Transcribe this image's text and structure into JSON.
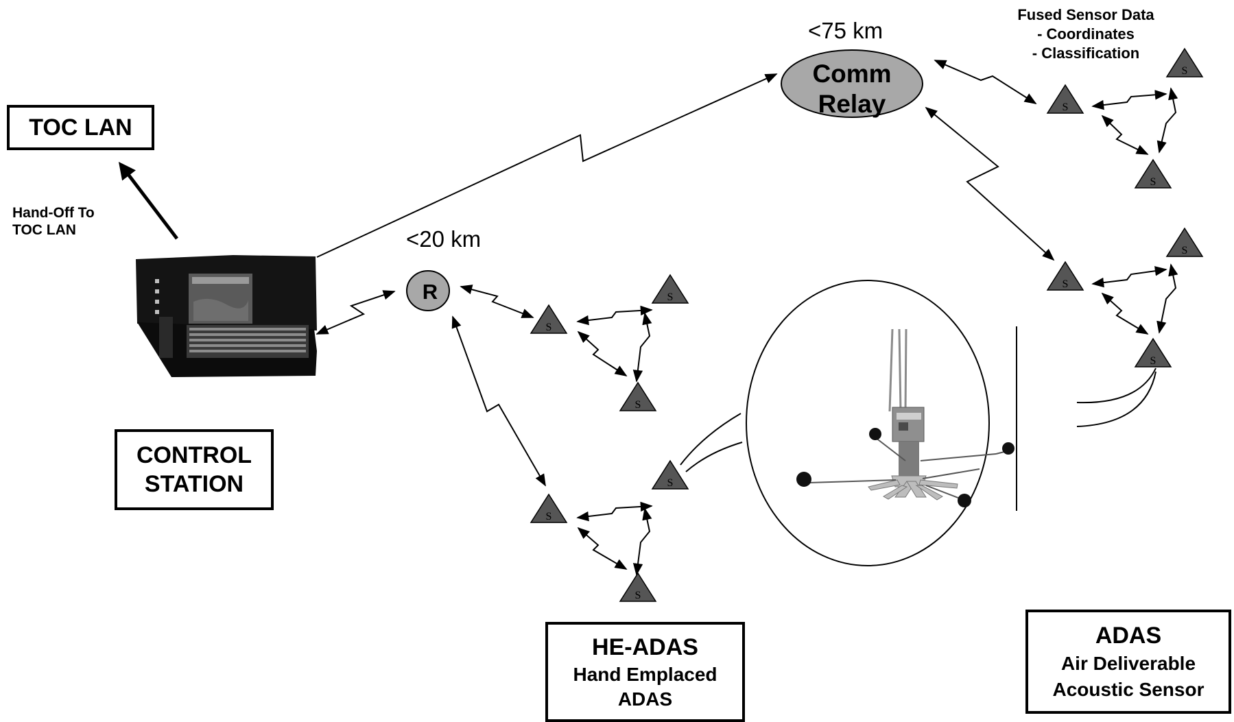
{
  "boxes": {
    "toc_lan": {
      "title": "TOC LAN"
    },
    "control_station": {
      "line1": "CONTROL",
      "line2": "STATION"
    },
    "he_adas": {
      "title": "HE-ADAS",
      "sub1": "Hand Emplaced",
      "sub2": "ADAS"
    },
    "adas": {
      "title": "ADAS",
      "sub1": "Air Deliverable",
      "sub2": "Acoustic Sensor"
    }
  },
  "labels": {
    "handoff_1": "Hand-Off To",
    "handoff_2": "TOC LAN",
    "range_relay": "<75 km",
    "range_repeater": "<20 km",
    "fused_title": "Fused Sensor Data",
    "fused_item1": "- Coordinates",
    "fused_item2": "- Classification"
  },
  "nodes": {
    "comm_relay_1": "Comm",
    "comm_relay_2": "Relay",
    "repeater": "R",
    "sensor_glyph": "S"
  },
  "colors": {
    "node_fill": "#a8a8a8",
    "sensor_fill": "#555555",
    "line": "#000000"
  }
}
